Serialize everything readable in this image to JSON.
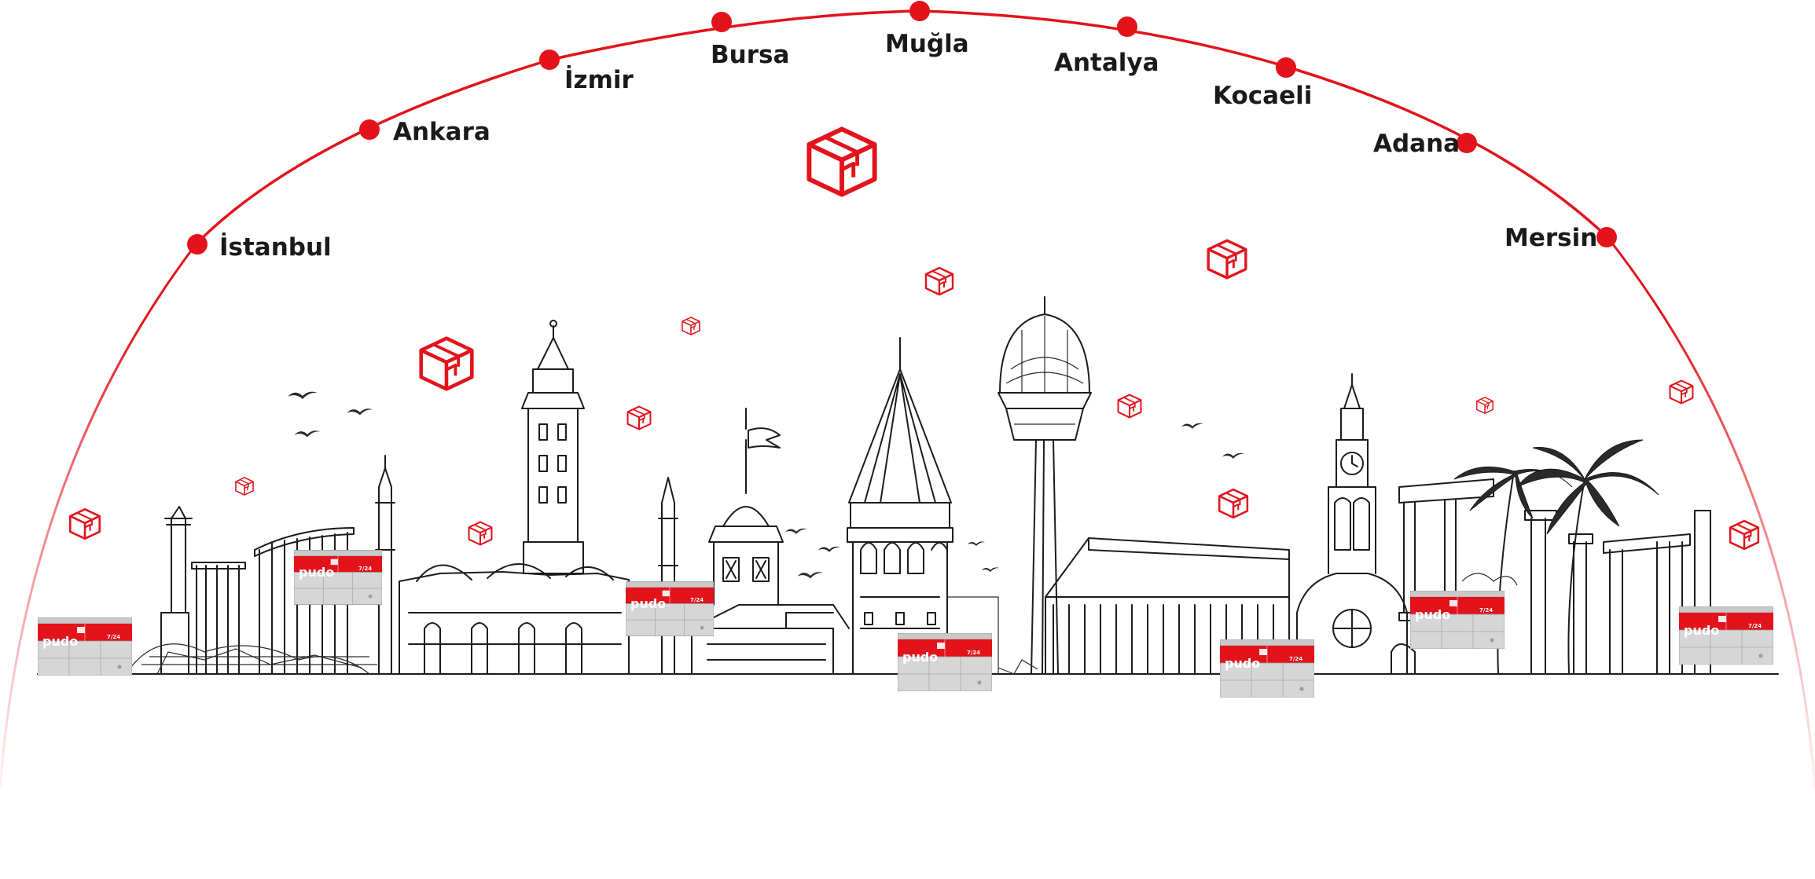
{
  "colors": {
    "accent": "#e3131b",
    "ink": "#1c1c1c",
    "locker_panel": "#d9d9d9",
    "background": "#ffffff"
  },
  "route": {
    "cities": [
      {
        "name": "İstanbul"
      },
      {
        "name": "Ankara"
      },
      {
        "name": "İzmir"
      },
      {
        "name": "Bursa"
      },
      {
        "name": "Muğla"
      },
      {
        "name": "Antalya"
      },
      {
        "name": "Kocaeli"
      },
      {
        "name": "Adana"
      },
      {
        "name": "Mersin"
      }
    ]
  },
  "locker": {
    "brand": "pudo",
    "hours": "7/24"
  },
  "icons": {
    "parcel": "package-box-icon",
    "bird": "seagull-icon"
  }
}
